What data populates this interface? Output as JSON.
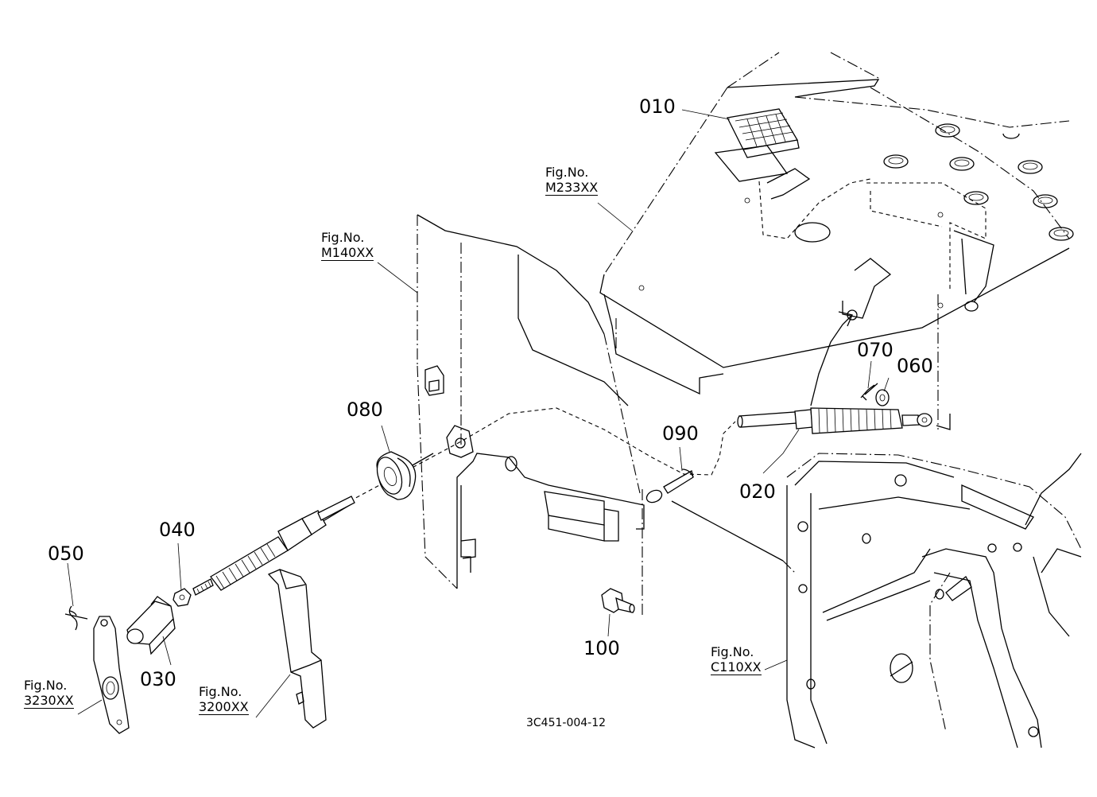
{
  "parts": {
    "p010": "010",
    "p020": "020",
    "p030": "030",
    "p040": "040",
    "p050": "050",
    "p060": "060",
    "p070": "070",
    "p080": "080",
    "p090": "090",
    "p100": "100"
  },
  "figure_refs": {
    "m233": {
      "line1": "Fig.No.",
      "line2": "M233XX"
    },
    "m140": {
      "line1": "Fig.No.",
      "line2": "M140XX"
    },
    "c110": {
      "line1": "Fig.No.",
      "line2": "C110XX"
    },
    "f3230": {
      "line1": "Fig.No.",
      "line2": "3230XX"
    },
    "f3200": {
      "line1": "Fig.No.",
      "line2": "3200XX"
    }
  },
  "drawing_code": "3C451-004-12"
}
